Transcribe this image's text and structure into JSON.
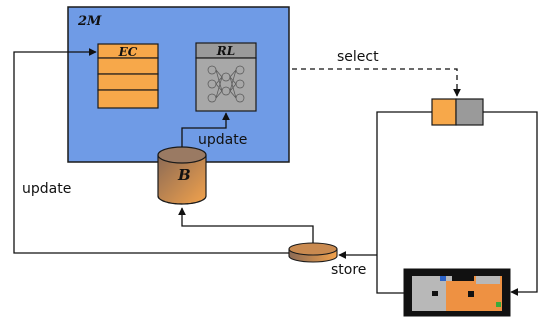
{
  "diagram": {
    "outer_box_label": "2M",
    "ec_label": "EC",
    "rl_label": "RL",
    "buffer_label": "B",
    "edges": {
      "rl_update": "update",
      "left_update": "update",
      "select": "select",
      "store": "store"
    }
  },
  "colors": {
    "outer_fill": "#6f9be6",
    "outer_stroke": "#1a1a1a",
    "orange": "#f7a84a",
    "gray": "#9a9a9a",
    "dark": "#1a1a1a",
    "white": "#ffffff"
  }
}
